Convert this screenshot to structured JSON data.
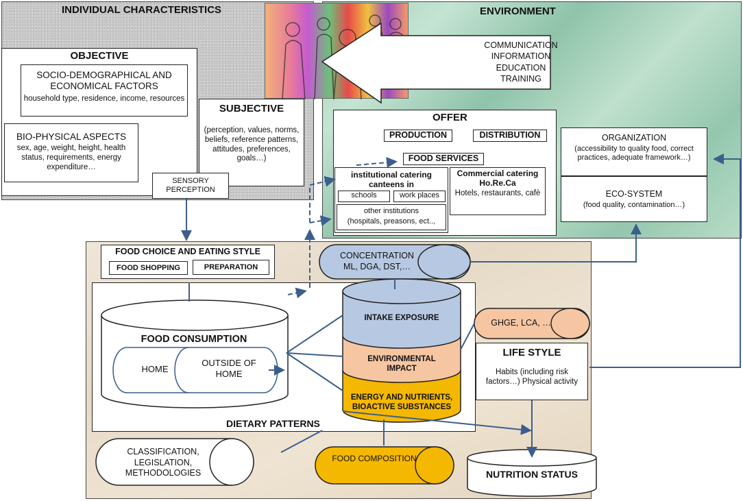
{
  "individual": {
    "title": "INDIVIDUAL CHARACTERISTICS",
    "objective": {
      "title": "OBJECTIVE",
      "socio_title": "SOCIO-DEMOGRAPHICAL AND ECONOMICAL FACTORS",
      "socio_detail": "household type, residence, income, resources",
      "bio_title": "BIO-PHYSICAL ASPECTS",
      "bio_detail": "sex, age, weight, height, health status, requirements, energy expenditure…"
    },
    "subjective": {
      "title": "SUBJECTIVE",
      "detail": "(perception, values, norms, beliefs, reference patterns, attitudes, preferences, goals…)"
    },
    "sensory": "SENSORY PERCEPTION"
  },
  "environment": {
    "title": "ENVIRONMENT",
    "arrow_lines": [
      "COMMUNICATION",
      "INFORMATION",
      "EDUCATION",
      "TRAINING"
    ],
    "offer": {
      "title": "OFFER",
      "production": "PRODUCTION",
      "distribution": "DISTRIBUTION",
      "food_services": "FOOD SERVICES",
      "institutional_title": "institutional catering canteens in",
      "schools": "schools",
      "work_places": "work places",
      "other_title": "other institutions",
      "other_detail": "(hospitals, preasons, ect..,",
      "commercial_title": "Commercial catering Ho.Re.Ca",
      "commercial_detail": "Hotels, restaurants, cafè"
    },
    "organization_title": "ORGANIZATION",
    "organization_detail": "(accessibility to quality food, correct practices, adequate framework…)",
    "ecosystem_title": "ECO-SYSTEM",
    "ecosystem_detail": "(food quality, contamination…)"
  },
  "dietary": {
    "food_choice_title": "FOOD CHOICE AND EATING STYLE",
    "food_shopping": "FOOD SHOPPING",
    "preparation": "PREPARATION",
    "concentration_title": "CONCENTRATION",
    "concentration_detail": "ML, DGA, DST,…",
    "food_consumption": "FOOD CONSUMPTION",
    "home": "HOME",
    "outside_home": "OUTSIDE OF HOME",
    "intake_exposure": "INTAKE EXPOSURE",
    "environmental_impact": "ENVIRONMENTAL IMPACT",
    "energy_nutrients": "ENERGY AND NUTRIENTS, BIOACTIVE SUBSTANCES",
    "dietary_patterns": "DIETARY PATTERNS",
    "ghge": "GHGE, LCA, …",
    "life_style_title": "LIFE STYLE",
    "life_style_detail": "Habits (including risk factors…) Physical activity",
    "classification": "CLASSIFICATION, LEGISLATION, METHODOLOGIES",
    "food_composition": "FOOD COMPOSITION",
    "nutrition_status": "NUTRITION STATUS"
  },
  "colors": {
    "arrow": "#3b5f8c",
    "blue_fill": "#b7c9e2",
    "orange_fill": "#f6c6a2",
    "yellow_fill": "#f5b800"
  }
}
